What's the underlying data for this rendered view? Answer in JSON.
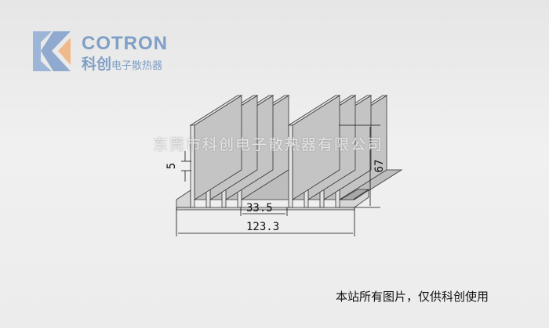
{
  "logo": {
    "brand": "COTRON",
    "brand_cn_bold": "科创",
    "brand_cn": "电子散热器",
    "colors": {
      "blue": "#7f9fc6",
      "orange": "#f0b98a"
    }
  },
  "drawing": {
    "dimensions": {
      "total_width": "123.3",
      "center_gap": "33.5",
      "height": "67",
      "thickness": "5"
    }
  },
  "watermark": "东莞市科创电子散热器有限公司",
  "notice": "本站所有图片，仅供科创使用"
}
